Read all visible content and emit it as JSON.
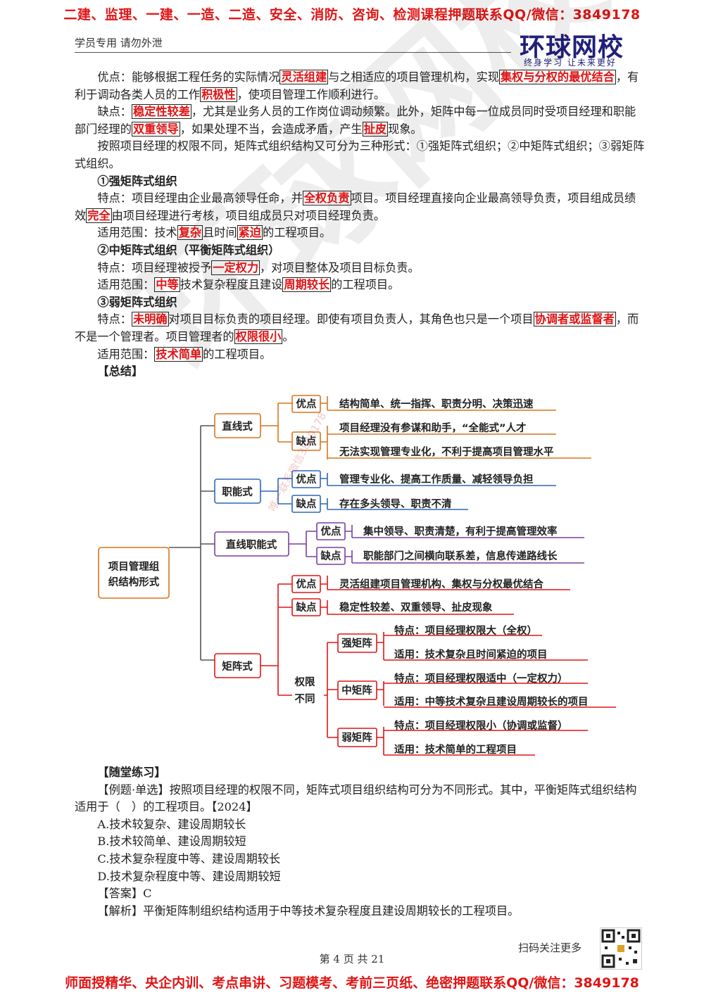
{
  "top_banner": "二建、监理、一建、一造、二造、安全、消防、咨询、检测课程押题联系QQ/微信：3849178",
  "header_left": "学员专用 请勿外泄",
  "logo": {
    "main": "环球网校",
    "sub": "终身学习 让未来更好"
  },
  "paragraphs": {
    "adv": {
      "a": "优点：能够根据工程任务的实际情况",
      "b": "灵活组建",
      "c": "与之相适应的项目管理机构，实现",
      "d": "集权与分权的最优结合",
      "e": "，有利于调动各类人员的工作",
      "f": "积极性",
      "g": "，使项目管理工作顺利进行。"
    },
    "dis": {
      "a": "缺点：",
      "b": "稳定性较差",
      "c": "，尤其是业务人员的工作岗位调动频繁。此外，矩阵中每一位成员同时受项目经理和职能部门经理的",
      "d": "双重领导",
      "e": "，如果处理不当，会造成矛盾，产生",
      "f": "扯皮",
      "g": "现象。"
    },
    "intro": "按照项目经理的权限不同，矩阵式组织结构又可分为三种形式：①强矩阵式组织；②中矩阵式组织；③弱矩阵式组织。",
    "strong_title": "①强矩阵式组织",
    "strong_feat": {
      "a": "特点：项目经理由企业最高领导任命，并",
      "b": "全权负责",
      "c": "项目。项目经理直接向企业最高领导负责，项目组成员绩效",
      "d": "完全",
      "e": "由项目经理进行考核，项目组成员只对项目经理负责。"
    },
    "strong_scope": {
      "a": "适用范围：技术",
      "b": "复杂",
      "c": "且时间",
      "d": "紧迫",
      "e": "的工程项目。"
    },
    "mid_title": "②中矩阵式组织（平衡矩阵式组织）",
    "mid_feat": {
      "a": "特点：项目经理被授予",
      "b": "一定权力",
      "c": "，对项目整体及项目目标负责。"
    },
    "mid_scope": {
      "a": "适用范围：",
      "b": "中等",
      "c": "技术复杂程度且建设",
      "d": "周期较长",
      "e": "的工程项目。"
    },
    "weak_title": "③弱矩阵式组织",
    "weak_feat": {
      "a": "特点：",
      "b": "未明确",
      "c": "对项目目标负责的项目经理。即使有项目负责人，其角色也只是一个项目",
      "d": "协调者或监督者",
      "e": "，而不是一个管理者。项目管理者的",
      "f": "权限很小",
      "g": "。"
    },
    "weak_scope": {
      "a": "适用范围：",
      "b": "技术简单",
      "c": "的工程项目。"
    },
    "summary": "【总结】"
  },
  "diagram": {
    "root": [
      "项目管理组",
      "织结构形式"
    ],
    "line": {
      "label": "直线式",
      "adv_tag": "优点",
      "adv": "结构简单、统一指挥、职责分明、决策迅速",
      "dis_tag": "缺点",
      "dis1": "项目经理没有参谋和助手，“全能式”人才",
      "dis2": "无法实现管理专业化，不利于提高项目管理水平"
    },
    "func": {
      "label": "职能式",
      "adv_tag": "优点",
      "adv": "管理专业化、提高工作质量、减轻领导负担",
      "dis_tag": "缺点",
      "dis": "存在多头领导、职责不清"
    },
    "linefunc": {
      "label": "直线职能式",
      "adv_tag": "优点",
      "adv": "集中领导、职责清楚，有利于提高管理效率",
      "dis_tag": "缺点",
      "dis": "职能部门之间横向联系差，信息传递路线长"
    },
    "matrix": {
      "label": "矩阵式",
      "adv_tag": "优点",
      "adv": "灵活组建项目管理机构、集权与分权最优结合",
      "dis_tag": "缺点",
      "dis": "稳定性较差、双重领导、扯皮现象",
      "authority": [
        "权限",
        "不同"
      ],
      "strong": {
        "label": "强矩阵",
        "feat": "特点：项目经理权限大（全权）",
        "scope": "适用：技术复杂且时间紧迫的项目"
      },
      "mid": {
        "label": "中矩阵",
        "feat": "特点：项目经理权限适中（一定权力）",
        "scope": "适用：中等技术复杂且建设周期较长的项目"
      },
      "weak": {
        "label": "弱矩阵",
        "feat": "特点：项目经理权限小（协调或监督）",
        "scope": "适用：技术简单的工程项目"
      }
    }
  },
  "practice": {
    "title": "【随堂练习】",
    "question": "【例题·单选】按照项目经理的权限不同，矩阵式项目组织结构可分为不同形式。其中，平衡矩阵式组织结构适用于（　）的工程项目。【2024】",
    "options": [
      "A.技术较复杂、建设周期较长",
      "B.技术较简单、建设周期较短",
      "C.技术复杂程度中等、建设周期较长",
      "D.技术复杂程度中等、建设周期较短"
    ],
    "answer": "【答案】C",
    "analysis": "【解析】平衡矩阵制组织结构适用于中等技术复杂程度且建设周期较长的工程项目。"
  },
  "qr_label": "扫码关注更多",
  "page_number": "第 4 页 共 21",
  "bottom_banner": "师面授精华、央企内训、考点串讲、习题模考、考前三页纸、绝密押题联系QQ/微信：3849178",
  "watermark": "环球网校",
  "watermark_side_1": "精准押题联系微信3849178",
  "watermark_side_2": "唯一联系微信3849178",
  "colors": {
    "red": "#e01515",
    "orange": "#d9741f",
    "blue": "#2e67b8",
    "purple": "#7a3fa0",
    "brand": "#22207a"
  }
}
